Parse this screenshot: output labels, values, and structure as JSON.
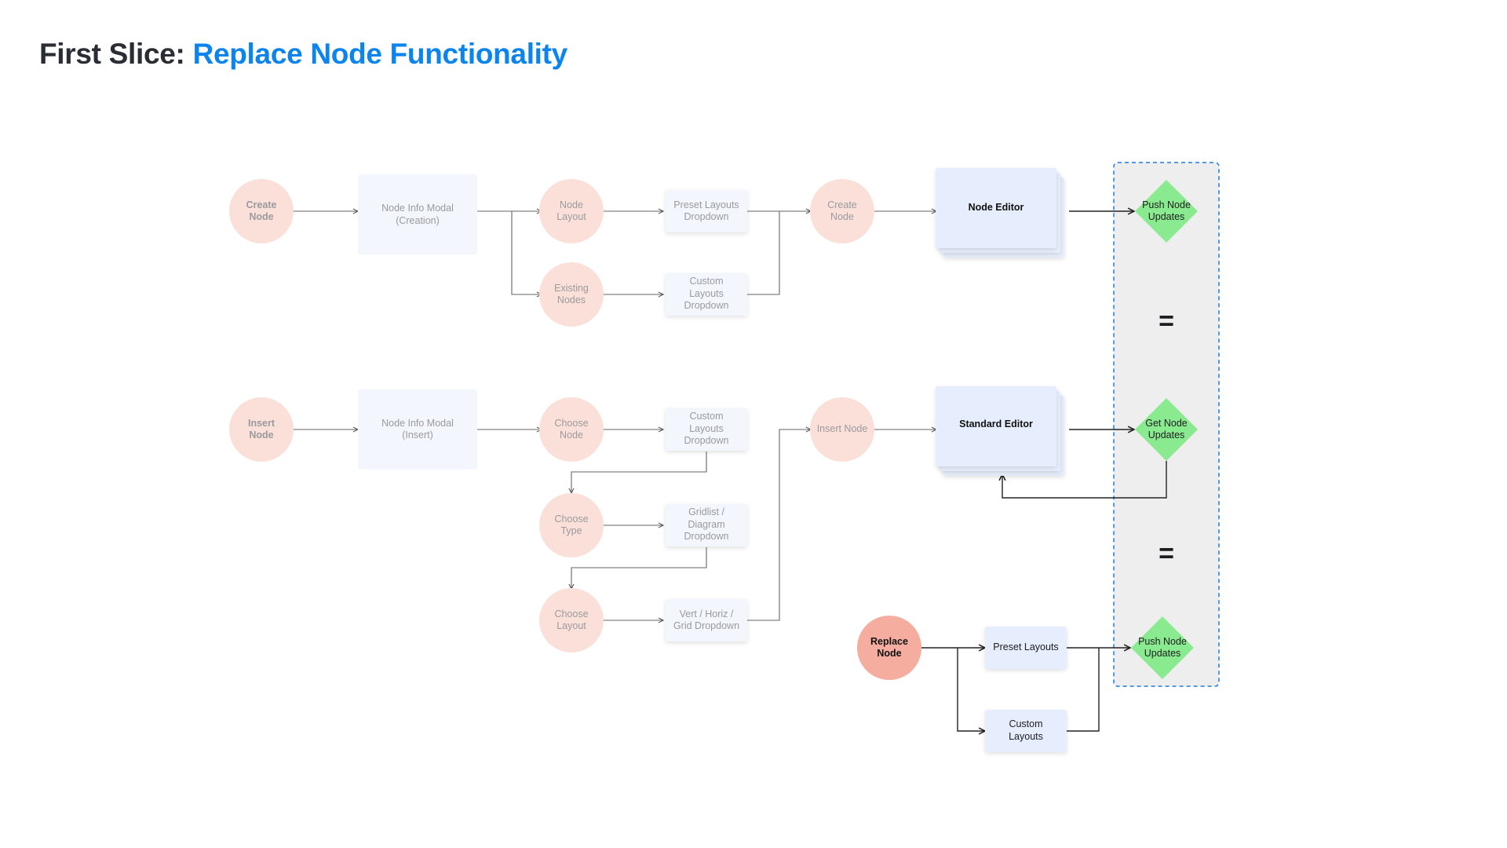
{
  "title": {
    "prefix": "First Slice:",
    "accent": "Replace Node Functionality"
  },
  "colors": {
    "title_dark": "#2a2d34",
    "title_accent": "#0b84ee",
    "circle_faded": "#fbe0d9",
    "circle_active": "#f4ad9e",
    "box_faded": "#f3f6fd",
    "box_active": "#e6edfc",
    "diamond": "#89ea8f",
    "group_fill": "#eeeeee",
    "group_border": "#1f7ae0"
  },
  "flows": {
    "create": {
      "start": [
        "Create",
        "Node"
      ],
      "modal": [
        "Node Info Modal",
        "(Creation)"
      ],
      "node_layout": [
        "Node",
        "Layout"
      ],
      "existing_nodes": [
        "Existing",
        "Nodes"
      ],
      "preset_dropdown": [
        "Preset Layouts",
        "Dropdown"
      ],
      "custom_dropdown": [
        "Custom",
        "Layouts",
        "Dropdown"
      ],
      "create_node": [
        "Create",
        "Node"
      ],
      "editor": [
        "Node Editor"
      ],
      "result": [
        "Push Node",
        "Updates"
      ]
    },
    "insert": {
      "start": [
        "Insert",
        "Node"
      ],
      "modal": [
        "Node Info Modal",
        "(Insert)"
      ],
      "choose_node": [
        "Choose",
        "Node"
      ],
      "custom_dropdown": [
        "Custom",
        "Layouts",
        "Dropdown"
      ],
      "choose_type": [
        "Choose",
        "Type"
      ],
      "gridlist_dropdown": [
        "Gridlist /",
        "Diagram",
        "Dropdown"
      ],
      "choose_layout": [
        "Choose",
        "Layout"
      ],
      "vert_dropdown": [
        "Vert / Horiz /",
        "Grid Dropdown"
      ],
      "insert_node": [
        "Insert Node"
      ],
      "editor": [
        "Standard Editor"
      ],
      "result": [
        "Get Node",
        "Updates"
      ]
    },
    "replace": {
      "start": [
        "Replace",
        "Node"
      ],
      "preset": [
        "Preset Layouts"
      ],
      "custom": [
        "Custom",
        "Layouts"
      ],
      "result": [
        "Push Node",
        "Updates"
      ]
    }
  },
  "equals": [
    "=",
    "="
  ]
}
